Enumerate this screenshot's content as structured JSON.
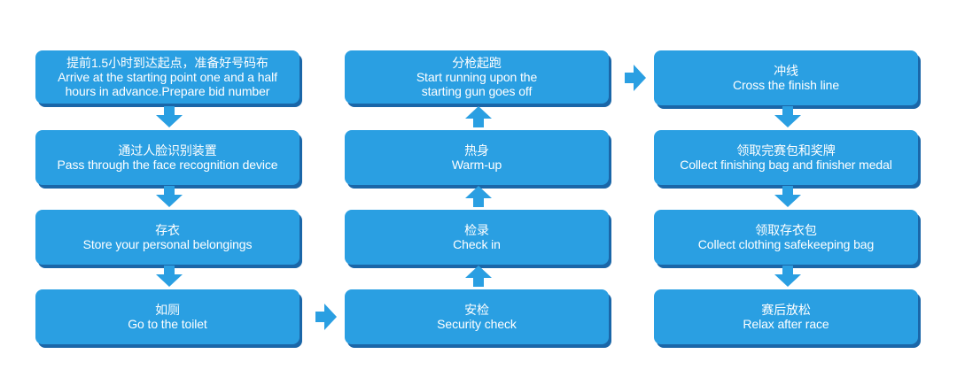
{
  "colors": {
    "box_fill": "#2a9fe2",
    "box_shadow": "#1a66a8",
    "arrow": "#2a9fe2",
    "text": "#ffffff"
  },
  "columns": [
    {
      "steps": [
        {
          "cn": "提前1.5小时到达起点，准备好号码布",
          "en": [
            "Arrive at the starting point one and a half",
            "hours in advance.Prepare bid number"
          ]
        },
        {
          "cn": "通过人脸识别装置",
          "en": [
            "Pass through the face recognition device"
          ]
        },
        {
          "cn": "存衣",
          "en": [
            "Store your personal belongings"
          ]
        },
        {
          "cn": "如厕",
          "en": [
            "Go to the toilet"
          ]
        }
      ]
    },
    {
      "steps": [
        {
          "cn": "分枪起跑",
          "en": [
            "Start running upon the",
            "starting gun goes off"
          ]
        },
        {
          "cn": "热身",
          "en": [
            "Warm-up"
          ]
        },
        {
          "cn": "检录",
          "en": [
            "Check in"
          ]
        },
        {
          "cn": "安检",
          "en": [
            "Security check"
          ]
        }
      ]
    },
    {
      "steps": [
        {
          "cn": "冲线",
          "en": [
            "Cross the finish line"
          ]
        },
        {
          "cn": "领取完赛包和奖牌",
          "en": [
            "Collect finishing bag and finisher medal"
          ]
        },
        {
          "cn": "领取存衣包",
          "en": [
            "Collect clothing safekeeping bag"
          ]
        },
        {
          "cn": "赛后放松",
          "en": [
            "Relax after race"
          ]
        }
      ]
    }
  ]
}
